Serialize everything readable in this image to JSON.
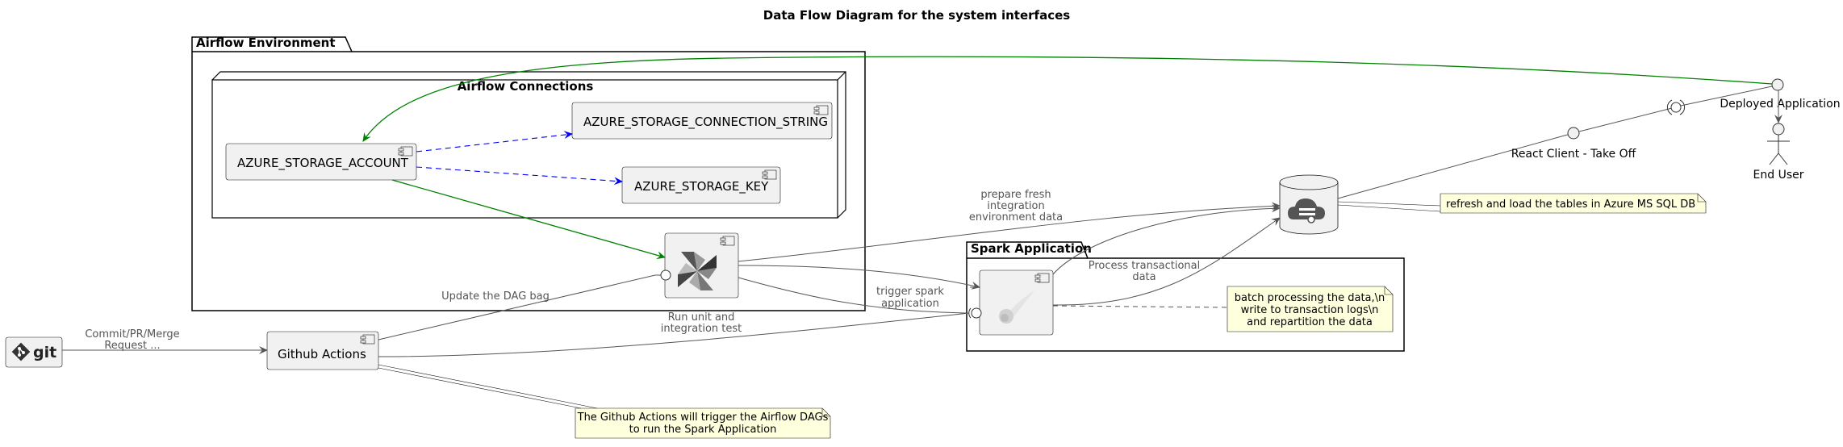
{
  "title": "Data Flow Diagram for the system interfaces",
  "packages": {
    "airflow_env": "Airflow Environment",
    "spark_app": "Spark Application"
  },
  "nodes": {
    "airflow_connections": "Airflow Connections"
  },
  "components": {
    "azure_storage_account": "AZURE_STORAGE_ACCOUNT",
    "azure_storage_connection_string": "AZURE_STORAGE_CONNECTION_STRING",
    "azure_storage_key": "AZURE_STORAGE_KEY",
    "github_actions": "Github Actions",
    "git": "git"
  },
  "actors": {
    "deployed_application": "Deployed Application",
    "react_client": "React Client - Take Off",
    "end_user": "End User"
  },
  "edges": {
    "commit": [
      "Commit/PR/Merge",
      "Request ..."
    ],
    "update_dag": [
      "Update the DAG bag"
    ],
    "run_tests": [
      "Run unit and",
      "integration test"
    ],
    "trigger_spark": [
      "trigger spark",
      "application"
    ],
    "prepare_fresh": [
      "prepare fresh",
      "integration",
      "environment data"
    ],
    "process_tx": [
      "Process transactional",
      "data"
    ]
  },
  "notes": {
    "github": [
      "The Github Actions will trigger the Airflow DAGs",
      "to run the Spark Application"
    ],
    "spark": [
      "batch processing the data,\\n",
      "write to transaction logs\\n",
      "and repartition the data"
    ],
    "db": [
      "refresh and load the tables in Azure MS SQL DB"
    ]
  },
  "icons": [
    "git-icon",
    "airflow-pinwheel-icon",
    "spark-comet-icon",
    "azure-cloud-database-icon",
    "component-icon"
  ],
  "colors": {
    "green_edge": "#008000",
    "blue_edge": "#0000ff",
    "component_fill": "#f1f1f1",
    "note_fill": "#feffdd"
  }
}
